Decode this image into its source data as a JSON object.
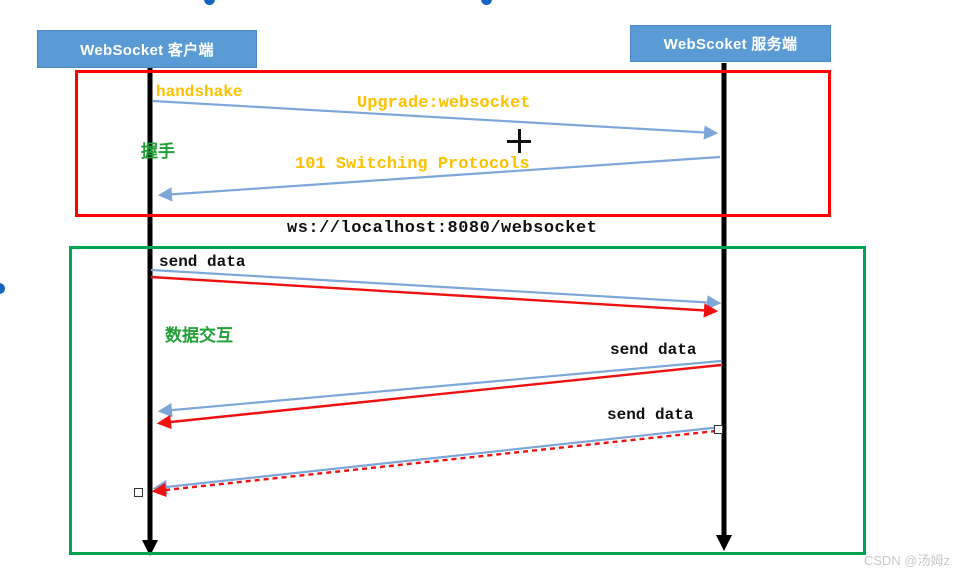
{
  "actors": {
    "client_label": "WebSocket 客户端",
    "server_label": "WebScoket 服务端"
  },
  "handshake": {
    "section_label": "握手",
    "step_label": "handshake",
    "request_label": "Upgrade:websocket",
    "response_label": "101 Switching Protocols"
  },
  "endpoint_url": "ws://localhost:8080/websocket",
  "data_exchange": {
    "section_label": "数据交互",
    "messages": [
      {
        "label": "send data"
      },
      {
        "label": "send data"
      },
      {
        "label": "send data"
      }
    ]
  },
  "watermark": "CSDN @汤姆z",
  "colors": {
    "actor_bg": "#5b9bd5",
    "handshake_frame": "#fe0000",
    "data_frame": "#00a650",
    "blue_arrow": "#7da7d9",
    "red_arrow": "#ee1111",
    "orange_text": "#ffc000",
    "green_text": "#21a038"
  }
}
